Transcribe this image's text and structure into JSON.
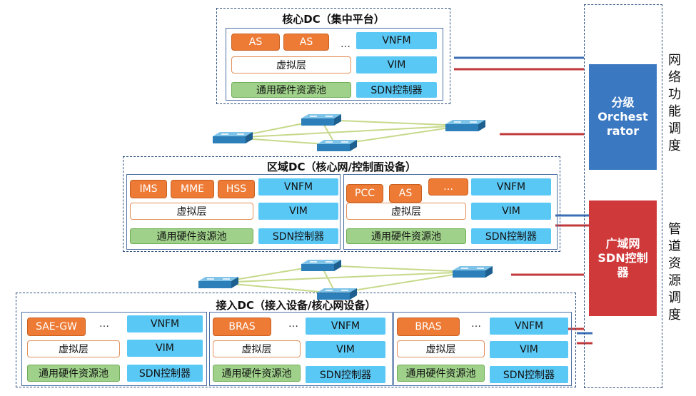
{
  "core": {
    "title": "核心DC（集中平台）",
    "as1": "AS",
    "as2": "AS",
    "dots": "…",
    "vnfm": "VNFM",
    "virt": "虚拟层",
    "vim": "VIM",
    "pool": "通用硬件资源池",
    "sdn": "SDN控制器"
  },
  "regional": {
    "title": "区域DC（核心网/控制面设备）",
    "left": {
      "ims": "IMS",
      "mme": "MME",
      "hss": "HSS",
      "vnfm": "VNFM",
      "virt": "虚拟层",
      "vim": "VIM",
      "pool": "通用硬件资源池",
      "sdn": "SDN控制器"
    },
    "right": {
      "pcc": "PCC",
      "as": "AS",
      "dots": "…",
      "vnfm": "VNFM",
      "virt": "虚拟层",
      "vim": "VIM",
      "pool": "通用硬件资源池",
      "sdn": "SDN控制器"
    }
  },
  "access": {
    "title": "接入DC（接入设备/核心网设备）",
    "c1": {
      "ne": "SAE-GW",
      "dots": "…",
      "vnfm": "VNFM",
      "virt": "虚拟层",
      "vim": "VIM",
      "pool": "通用硬件资源池",
      "sdn": "SDN控制器"
    },
    "c2": {
      "ne": "BRAS",
      "dots": "…",
      "vnfm": "VNFM",
      "virt": "虚拟层",
      "vim": "VIM",
      "pool": "通用硬件资源池",
      "sdn": "SDN控制器"
    },
    "c3": {
      "ne": "BRAS",
      "dots": "…",
      "vnfm": "VNFM",
      "virt": "虚拟层",
      "vim": "VIM",
      "pool": "通用硬件资源池",
      "sdn": "SDN控制器"
    }
  },
  "orchestrator": {
    "line1": "分级",
    "line2": "Orchest",
    "line3": "rator"
  },
  "sdn_controller": {
    "line1": "广域网",
    "line2": "SDN控制",
    "line3": "器"
  },
  "side_labels": {
    "network": [
      "网",
      "络",
      "功",
      "能",
      "调",
      "度"
    ],
    "pipe": [
      "管",
      "道",
      "资",
      "源",
      "调",
      "度"
    ]
  },
  "colors": {
    "orange": "#ee7b35",
    "blue": "#5ac8f5",
    "green": "#9fd18a",
    "orch_blue": "#3a78c2",
    "sdn_red": "#d0393a",
    "link_blue": "#3a6fb5",
    "link_red": "#c0393b"
  }
}
